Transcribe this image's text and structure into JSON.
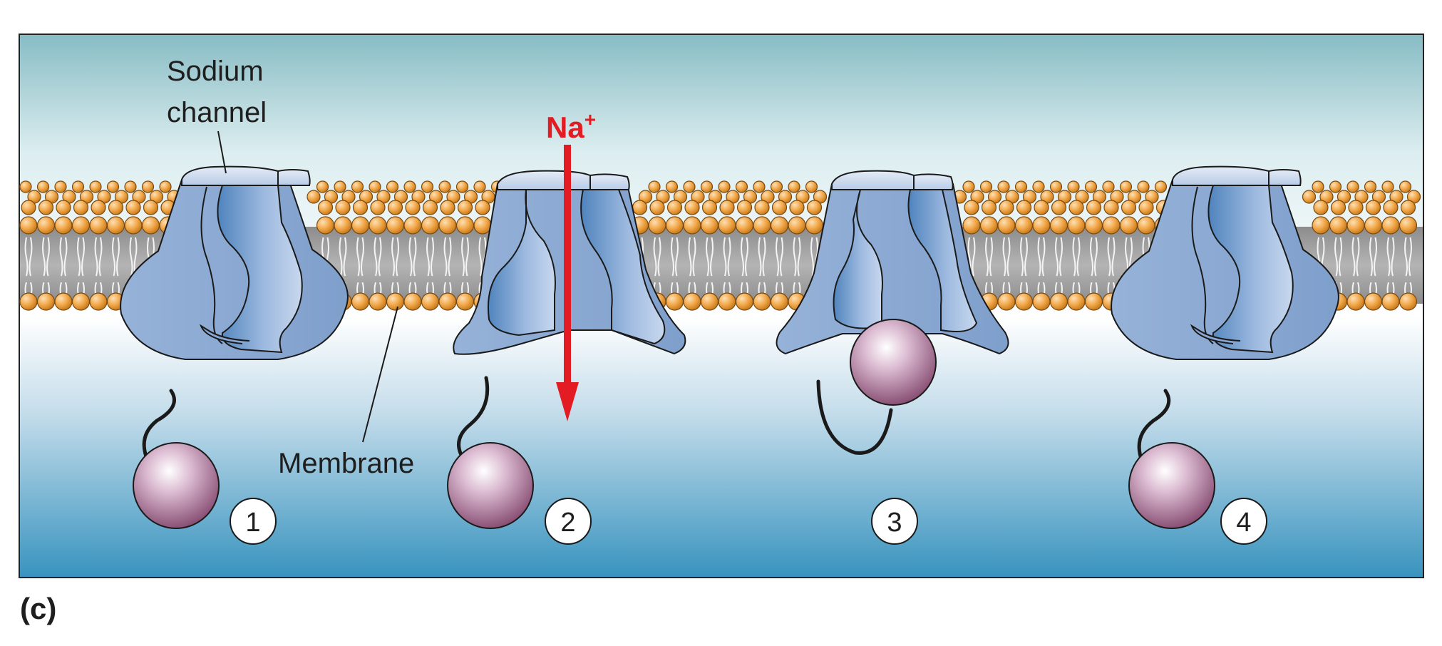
{
  "labels": {
    "channel_line1": "Sodium",
    "channel_line2": "channel",
    "membrane": "Membrane",
    "ion": "Na",
    "ion_charge": "+",
    "panel": "(c)"
  },
  "steps": [
    {
      "number": "1"
    },
    {
      "number": "2"
    },
    {
      "number": "3"
    },
    {
      "number": "4"
    }
  ],
  "colors": {
    "ion_arrow": "#e31b23",
    "channel_protein": "#8aa8d4",
    "inactivation_ball": "#a86e92",
    "lipid_head": "#f0a63f",
    "membrane_core": "#9b9b9b"
  }
}
